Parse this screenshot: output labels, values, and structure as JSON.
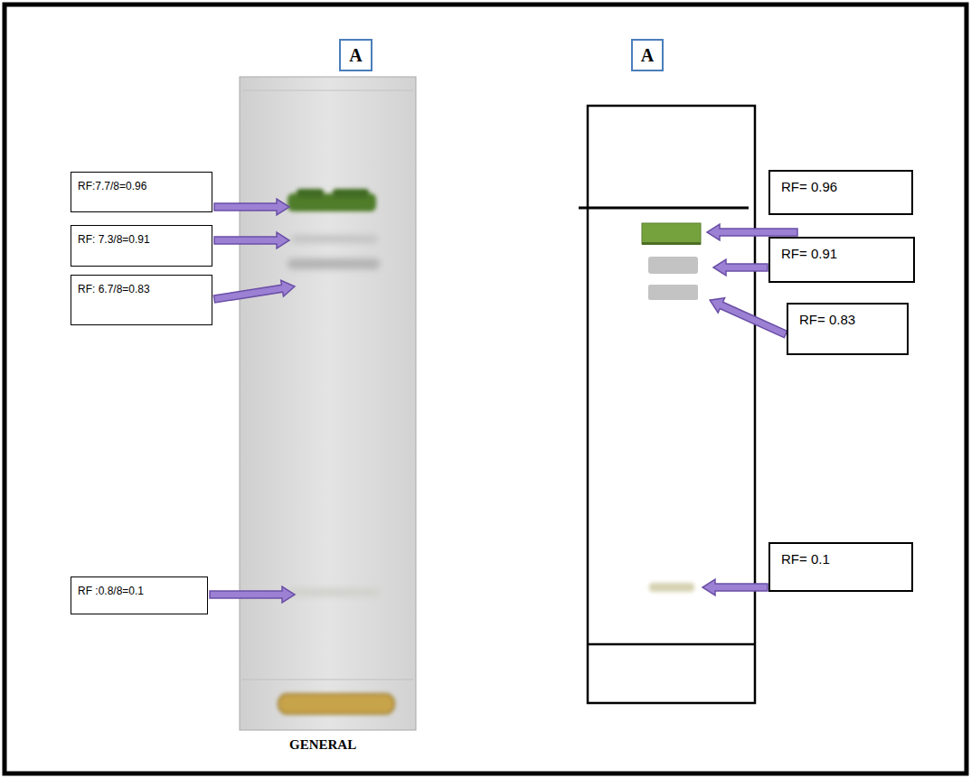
{
  "diagram": {
    "nodes": [
      {
        "text": [
          "A"
        ]
      },
      {
        "text": [
          "A"
        ]
      },
      {
        "text": [
          "RF:7.7/8=0.96"
        ]
      },
      {
        "text": [
          "RF: 7.3/8=0.91"
        ]
      },
      {
        "text": [
          "RF: 6.7/8=0.83"
        ]
      },
      {
        "text": [
          "RF :0.8/8=0.1"
        ]
      },
      {
        "text": [
          "RF= 0.96"
        ]
      },
      {
        "text": [
          "RF= 0.91"
        ]
      },
      {
        "text": [
          "RF= 0.83"
        ]
      },
      {
        "text": [
          "RF= 0.1"
        ]
      }
    ],
    "labels": [
      "GENERAL"
    ]
  }
}
